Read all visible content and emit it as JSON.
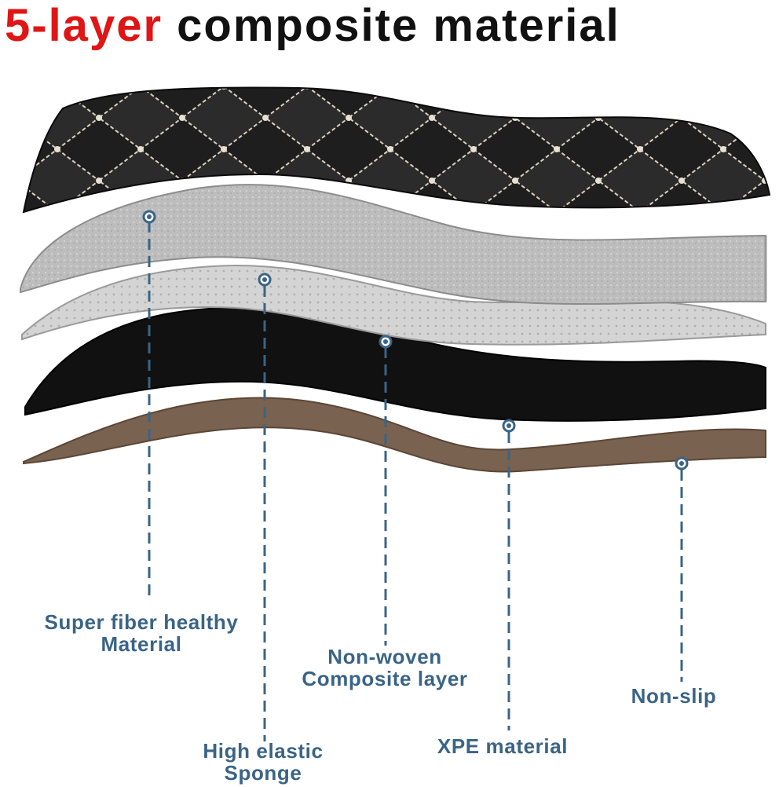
{
  "title": {
    "accent": "5-layer",
    "rest": "composite material",
    "accent_color": "#e01515"
  },
  "layers": [
    {
      "name": "Super fiber healthy Material",
      "label_lines": [
        "Super fiber healthy",
        "Material"
      ],
      "color": "#1c1c1c"
    },
    {
      "name": "High elastic Sponge",
      "label_lines": [
        "High elastic",
        "Sponge"
      ],
      "color": "#b9b9b9"
    },
    {
      "name": "Non-woven Composite layer",
      "label_lines": [
        "Non-woven",
        "Composite layer"
      ],
      "color": "#d2d2d2"
    },
    {
      "name": "XPE material",
      "label_lines": [
        "XPE material"
      ],
      "color": "#0e0e0e"
    },
    {
      "name": "Non-slip",
      "label_lines": [
        "Non-slip"
      ],
      "color": "#7a6250"
    }
  ],
  "label_color": "#3a6486",
  "icons": {
    "marker": "circle-dot",
    "leader": "dashed-line"
  }
}
